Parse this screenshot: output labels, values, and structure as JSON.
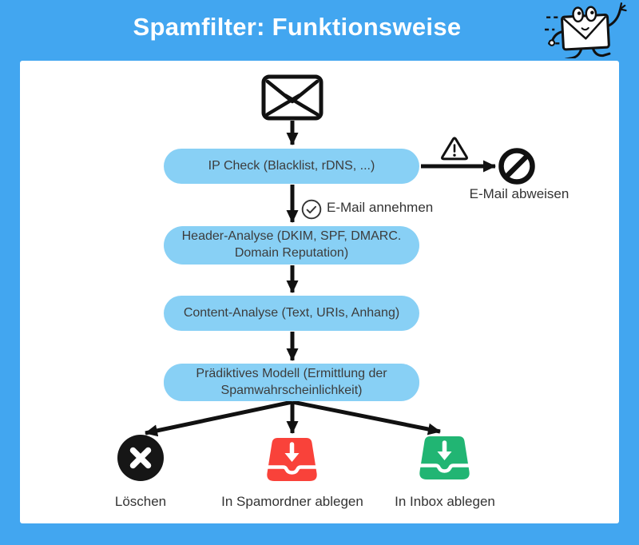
{
  "title": "Spamfilter: Funktionsweise",
  "flow": {
    "input_icon": "envelope-icon",
    "steps": [
      {
        "label": "IP Check (Blacklist, rDNS, ...)"
      },
      {
        "label": "Header-Analyse (DKIM, SPF, DMARC. Domain Reputation)"
      },
      {
        "label": "Content-Analyse (Text, URIs, Anhang)"
      },
      {
        "label": "Prädiktives Modell (Ermittlung der Spamwahrscheinlichkeit)"
      }
    ],
    "reject": {
      "label": "E-Mail abweisen",
      "icons": [
        "warning-icon",
        "block-icon"
      ]
    },
    "accept": {
      "label": "E-Mail annehmen",
      "icon": "check-circle-icon"
    },
    "outcomes": [
      {
        "label": "Löschen",
        "icon": "x-circle-icon",
        "color": "#161616"
      },
      {
        "label": "In Spamordner ablegen",
        "icon": "inbox-down-icon",
        "color": "#F9423A"
      },
      {
        "label": "In Inbox ablegen",
        "icon": "inbox-down-icon",
        "color": "#21B573"
      }
    ]
  },
  "colors": {
    "background": "#42A6F0",
    "panel": "#FFFFFF",
    "step_fill": "#88D0F5",
    "text_dark": "#3C3C3C",
    "delete_black": "#161616",
    "spam_red": "#F9423A",
    "inbox_green": "#21B573"
  }
}
